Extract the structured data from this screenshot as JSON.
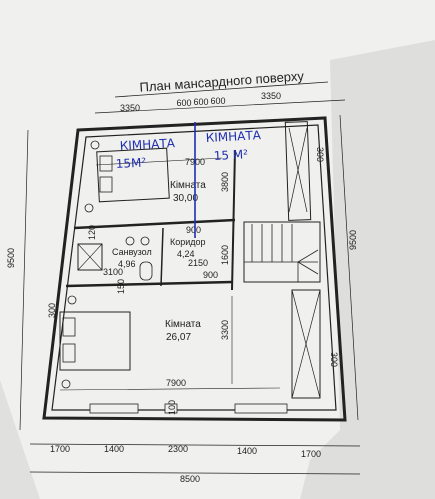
{
  "title": "План мансардного поверху",
  "top_dims": [
    "3350",
    "600",
    "600",
    "600",
    "3350"
  ],
  "bottom_dims": [
    "1700",
    "1400",
    "2300",
    "1400",
    "1700"
  ],
  "overall_width": "8500",
  "left_height": "9500",
  "right_height": "9500",
  "rooms": {
    "room_top": {
      "name": "Кімната",
      "area": "30,00"
    },
    "corridor": {
      "name": "Коридор",
      "area": "4,24"
    },
    "bathroom": {
      "name": "Санвузол",
      "area": "4,96"
    },
    "room_bottom": {
      "name": "Кімната",
      "area": "26,07"
    }
  },
  "inner_dims": {
    "top_width": "7900",
    "top_height": "3800",
    "corridor_width": "900",
    "corridor_lower": "900",
    "corridor_span": "2150",
    "corridor_height": "1600",
    "bath_width": "3100",
    "bath_side": "150",
    "bath_small": "120",
    "bottom_width": "7900",
    "bottom_height": "3300",
    "window_small": "300",
    "door_small": "100"
  },
  "handwritten": {
    "note_left": "КІМНАТА",
    "note_left_area": "15М²",
    "note_right": "КІМНАТА",
    "note_right_area": "15 М²"
  },
  "colors": {
    "ink": "#222222",
    "pen": "#1f2fb0",
    "paper": "#ededeb",
    "shadow": "#c8c8c8"
  }
}
